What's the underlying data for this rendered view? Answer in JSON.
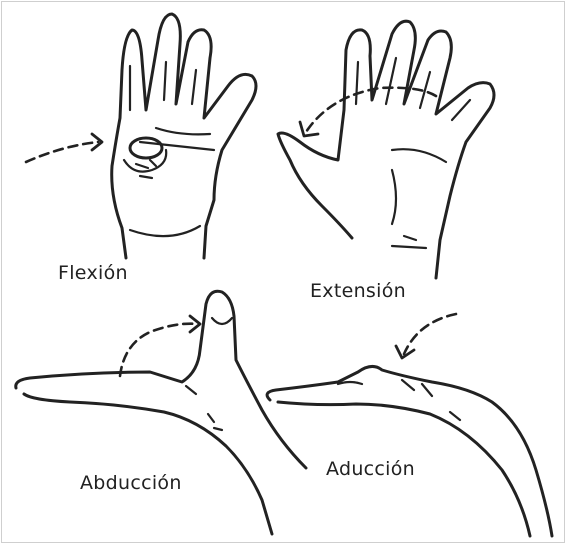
{
  "captions": {
    "flexion": "Flexión",
    "extension": "Extensión",
    "abduction": "Abducción",
    "adduction": "Aducción"
  }
}
